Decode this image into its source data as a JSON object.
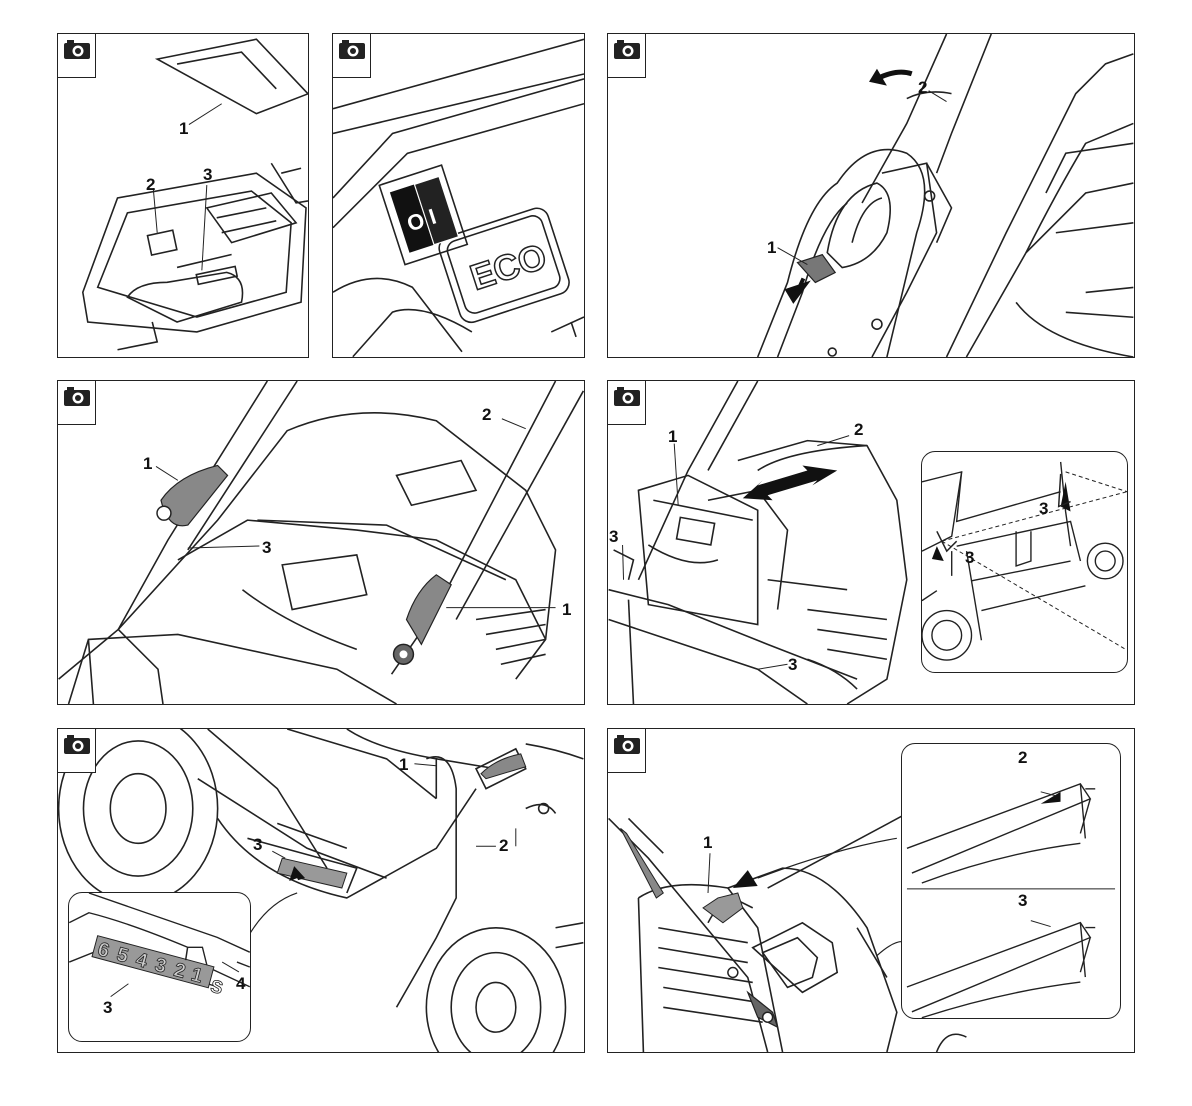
{
  "panels": [
    {
      "labels": [
        "1",
        "2",
        "3"
      ]
    },
    {
      "switch_text": "O I",
      "eco_text": "ECO"
    },
    {
      "labels": [
        "1",
        "2"
      ]
    },
    {
      "labels": [
        "1",
        "2",
        "3",
        "1"
      ]
    },
    {
      "labels": [
        "1",
        "2",
        "3",
        "3",
        "3",
        "3"
      ]
    },
    {
      "labels": [
        "1",
        "2",
        "3",
        "3",
        "4"
      ],
      "scale_digits": [
        "6",
        "5",
        "4",
        "3",
        "2",
        "1",
        "S"
      ]
    },
    {
      "labels": [
        "1",
        "2",
        "3"
      ]
    }
  ],
  "icons": {
    "panel_marker": "camera-icon"
  },
  "colors": {
    "line": "#222222",
    "background": "#ffffff",
    "panel_border": "#222222"
  }
}
